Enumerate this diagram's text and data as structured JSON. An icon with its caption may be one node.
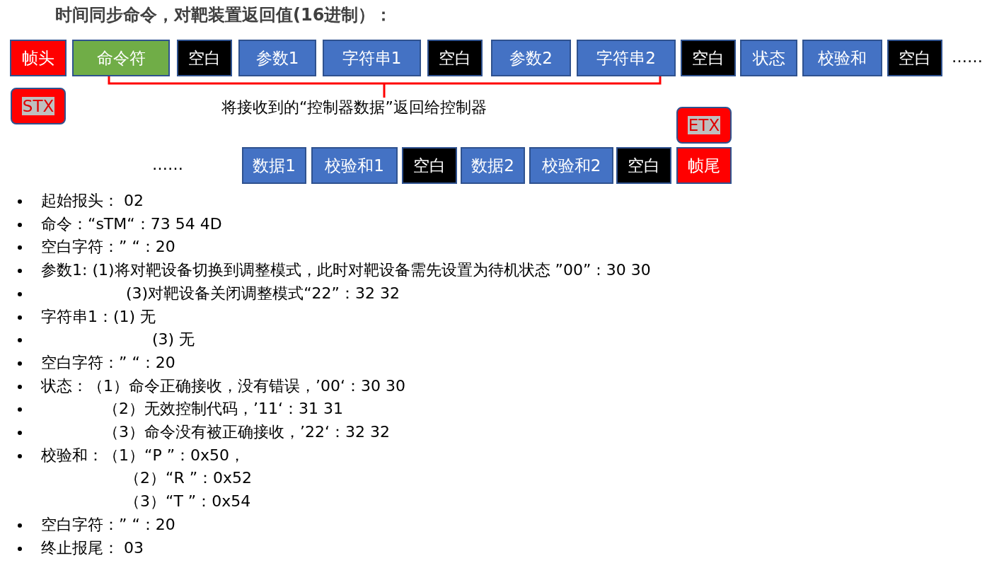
{
  "diagram": {
    "title": "时间同步命令，对靶装置返回值(16进制）：",
    "nodes": [
      {
        "text": [
          "帧头"
        ]
      },
      {
        "text": [
          "命令符"
        ]
      },
      {
        "text": [
          "空白"
        ]
      },
      {
        "text": [
          "参数1"
        ]
      },
      {
        "text": [
          "字符串1"
        ]
      },
      {
        "text": [
          "空白"
        ]
      },
      {
        "text": [
          "参数2"
        ]
      },
      {
        "text": [
          "字符串2"
        ]
      },
      {
        "text": [
          "空白"
        ]
      },
      {
        "text": [
          "状态"
        ]
      },
      {
        "text": [
          "校验和"
        ]
      },
      {
        "text": [
          "空白"
        ]
      },
      {
        "text": [
          "STX"
        ]
      },
      {
        "text": [
          "ETX"
        ]
      },
      {
        "text": [
          "数据1"
        ]
      },
      {
        "text": [
          "校验和1"
        ]
      },
      {
        "text": [
          "空白"
        ]
      },
      {
        "text": [
          "数据2"
        ]
      },
      {
        "text": [
          "校验和2"
        ]
      },
      {
        "text": [
          "空白"
        ]
      },
      {
        "text": [
          "帧尾"
        ]
      }
    ],
    "edges": [],
    "labels": [
      "……",
      "将接收到的“控制器数据”返回给控制器",
      "……",
      "起始报头： 02",
      "命令：“sTM“：73 54 4D",
      "空白字符：” “：20",
      "参数1: (1)将对靶设备切换到调整模式，此时对靶设备需先设置为待机状态 ”00” : 30 30",
      "(3)对靶设备关闭调整模式“22”：32 32",
      "字符串1：(1) 无",
      "(3) 无",
      "空白字符：” “：20",
      "状态：（1）命令正确接收，没有错误，’00‘：30 30",
      "（2）无效控制代码，’11‘：31 31",
      "（3）命令没有被正确接收，’22‘：32 32",
      "校验和：（1）“P ”：0x50，",
      "（2）“R ”：0x52",
      "（3）“T ”：0x54",
      "空白字符：” “：20",
      "终止报尾： 03"
    ]
  }
}
